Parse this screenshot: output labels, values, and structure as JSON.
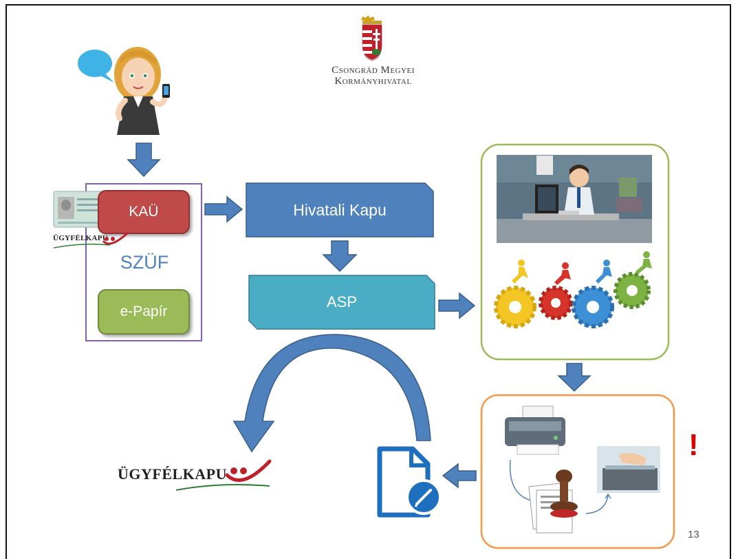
{
  "logo": {
    "line1": "Csongrád Megyei",
    "line2": "Kormányhivatal"
  },
  "left_panel": {
    "kau_label": "KAÜ",
    "szuf_label": "SZÜF",
    "epapir_label": "e-Papír",
    "ugyfelkapu_small": "ÜGYFÉLKAPU"
  },
  "flow": {
    "hivatali_kapu_label": "Hivatali Kapu",
    "asp_label": "ASP"
  },
  "ugyfelkapu_big": "ÜGYFÉLKAPU",
  "exclamation": "!",
  "page_number": "13",
  "colors": {
    "arrow_blue": "#4f81bd",
    "hk_blue": "#4f81bd",
    "asp_teal": "#4bacc6",
    "green_frame": "#9bbb59",
    "orange_frame": "#f79646",
    "purple_frame": "#8064a2",
    "kau_red": "#bf4a49",
    "epapir_green": "#9bbb59"
  }
}
